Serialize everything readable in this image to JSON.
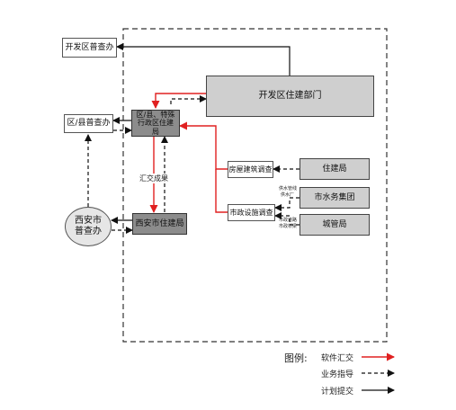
{
  "nodes": {
    "dev_census": "开发区普查办",
    "county_census": "区/县普查办",
    "xian_census": "西安市普查办",
    "county_housing": "区/县、特殊行政区住建局",
    "xian_housing": "西安市住建局",
    "dev_dept": "开发区住建部门",
    "house_survey": "房屋建筑调查",
    "muni_survey": "市政设施调查",
    "housing_bureau": "住建局",
    "water_group": "市水务集团",
    "city_mgmt": "城管局"
  },
  "labels": {
    "summary": "汇交成果",
    "water_supply_1": "供水管线",
    "water_supply_2": "供水厂",
    "roads_1": "市政道路",
    "roads_2": "市政桥梁"
  },
  "legend": {
    "title": "图例:",
    "software": "软件汇交",
    "guidance": "业务指导",
    "plan": "计划提交"
  },
  "colors": {
    "red": "#e02020",
    "black": "#111111"
  }
}
